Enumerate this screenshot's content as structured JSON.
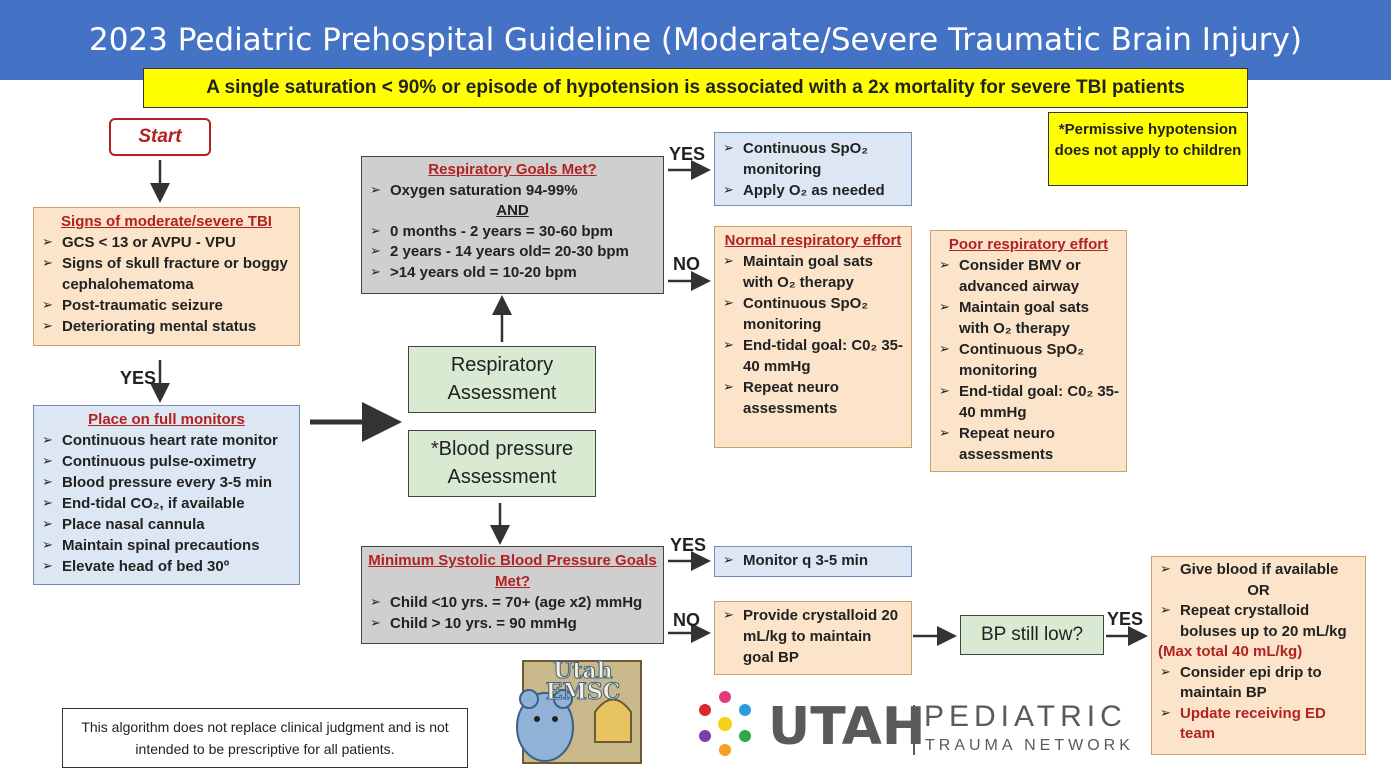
{
  "header": {
    "title": "2023 Pediatric Prehospital Guideline (Moderate/Severe Traumatic Brain Injury)"
  },
  "banner": {
    "text": "A single saturation < 90% or episode of hypotension is associated with a 2x mortality for severe TBI patients"
  },
  "note": {
    "text": "*Permissive hypotension does not apply to children"
  },
  "start": {
    "label": "Start"
  },
  "signs": {
    "title": "Signs of moderate/severe TBI",
    "items": [
      "GCS < 13 or AVPU - VPU",
      "Signs of skull fracture or boggy cephalohematoma",
      "Post-traumatic seizure",
      "Deteriorating mental status"
    ]
  },
  "yes_label": "YES",
  "no_label": "NO",
  "monitors": {
    "title": "Place on full monitors",
    "items": [
      "Continuous heart rate monitor",
      "Continuous pulse-oximetry",
      "Blood pressure every 3-5 min",
      "End-tidal CO₂, if available",
      "Place nasal cannula",
      "Maintain spinal  precautions",
      "Elevate head of bed 30º"
    ]
  },
  "resp_assess": {
    "line1": "Respiratory",
    "line2": "Assessment"
  },
  "bp_assess": {
    "line1": "*Blood pressure",
    "line2": "Assessment"
  },
  "resp_goals": {
    "title": "Respiratory  Goals Met?",
    "item1": "Oxygen saturation 94-99%",
    "and": "AND",
    "items": [
      "0 months - 2 years = 30-60 bpm",
      "2 years - 14 years old= 20-30 bpm",
      ">14 years old = 10-20 bpm"
    ]
  },
  "resp_yes": {
    "items": [
      "Continuous SpO₂ monitoring",
      "Apply  O₂ as needed"
    ]
  },
  "normal_resp": {
    "title": "Normal respiratory effort",
    "items": [
      "Maintain goal sats with O₂ therapy",
      "Continuous SpO₂ monitoring",
      "End-tidal goal: C0₂ 35-40 mmHg",
      "Repeat neuro assessments"
    ]
  },
  "poor_resp": {
    "title": "Poor respiratory effort",
    "items": [
      "Consider BMV or advanced airway",
      "Maintain goal sats with O₂ therapy",
      "Continuous SpO₂ monitoring",
      "End-tidal goal: C0₂ 35-40 mmHg",
      "Repeat neuro assessments"
    ]
  },
  "bp_goals": {
    "title": "Minimum Systolic Blood Pressure Goals Met?",
    "items": [
      "Child <10 yrs. = 70+ (age x2) mmHg",
      "Child > 10 yrs. = 90 mmHg"
    ]
  },
  "bp_yes": {
    "items": [
      "Monitor q 3-5 min"
    ]
  },
  "bp_no": {
    "items": [
      "Provide crystalloid 20 mL/kg to maintain goal BP"
    ]
  },
  "bp_low": {
    "label": "BP still low?"
  },
  "blood": {
    "item1": "Give blood if available",
    "or": "OR",
    "item2": "Repeat crystalloid boluses up to 20 mL/kg",
    "item2_red": "(Max total 40 mL/kg)",
    "item3": "Consider epi drip to maintain BP",
    "item4": "Update receiving ED team"
  },
  "disclaimer": {
    "text": "This algorithm does not replace clinical judgment and is not intended to be prescriptive for all patients."
  },
  "logo_emsc": {
    "text": "Utah EMSC"
  },
  "logo_utah": {
    "word": "UTAH",
    "line1": "PEDIATRIC",
    "line2": "TRAUMA NETWORK"
  },
  "colors": {
    "header": "#4472c4",
    "banner": "#ffff00",
    "accent_red": "#b22222",
    "peach": "#fbe4c9",
    "light_blue": "#dde7f4",
    "green": "#d9ead3",
    "gray": "#cfcfcf"
  }
}
